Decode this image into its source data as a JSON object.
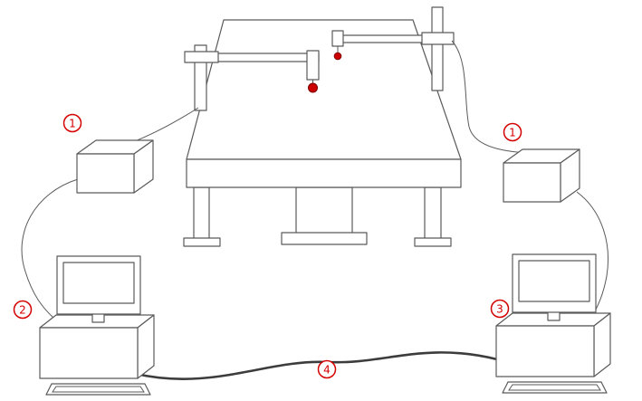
{
  "diagram": {
    "labels": [
      {
        "id": "left-controller",
        "text": "1"
      },
      {
        "id": "right-controller",
        "text": "1"
      },
      {
        "id": "left-workstation",
        "text": "2"
      },
      {
        "id": "right-workstation",
        "text": "3"
      },
      {
        "id": "network-cable",
        "text": "4"
      }
    ],
    "colors": {
      "background": "#ffffff",
      "outline": "#5a5a5a",
      "label_red": "#d40000",
      "probe_red": "#cc0000",
      "probe_outline": "#7d0000",
      "cable_dark": "#3c3c3c"
    }
  }
}
